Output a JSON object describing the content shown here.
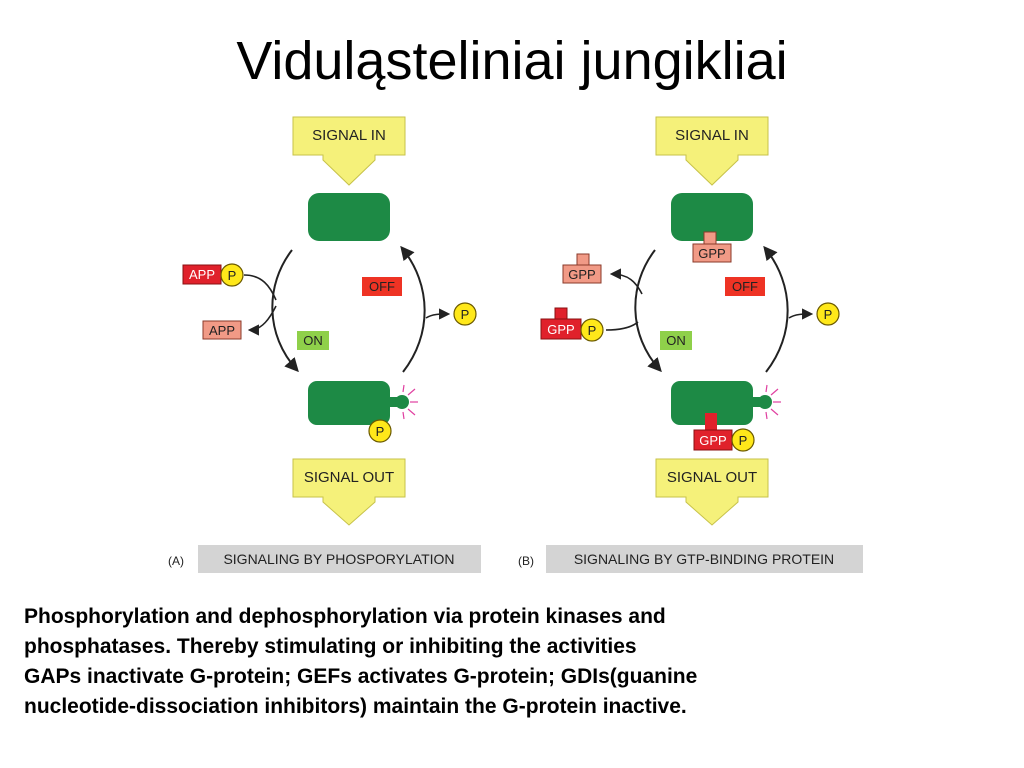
{
  "slide": {
    "title": "Viduląsteliniai jungikliai",
    "caption_lines": [
      "Phosphorylation and dephosphorylation via protein kinases and",
      "phosphatases. Thereby stimulating or inhibiting the activities",
      "GAPs inactivate G-protein; GEFs activates G-protein; GDIs(guanine",
      "nucleotide-dissociation inhibitors) maintain the G-protein inactive."
    ]
  },
  "diagram": {
    "panel_a": {
      "signal_in": "SIGNAL IN",
      "signal_out": "SIGNAL OUT",
      "off": "OFF",
      "on": "ON",
      "input_molecule": "APP",
      "output_molecule": "APP",
      "phosphate": "P",
      "tag": "(A)",
      "label": "SIGNALING BY PHOSPORYLATION"
    },
    "panel_b": {
      "signal_in": "SIGNAL IN",
      "signal_out": "SIGNAL OUT",
      "off": "OFF",
      "on": "ON",
      "bound_top": "GPP",
      "released": "GPP",
      "input_molecule": "GPP",
      "bound_bottom": "GPP",
      "phosphate": "P",
      "tag": "(B)",
      "label": "SIGNALING BY GTP-BINDING PROTEIN"
    }
  },
  "colors": {
    "protein": "#1d8a45",
    "signal_arrow": "#f5f17a",
    "signal_text_box": "#f2eda0",
    "off_box": "#ee3324",
    "on_box": "#8fd04a",
    "gtp_red": "#e0212b",
    "gdp_pink": "#f19a86",
    "phosphate_yellow": "#ffe81a",
    "label_box": "#d4d4d4",
    "spark": "#e040a0"
  }
}
